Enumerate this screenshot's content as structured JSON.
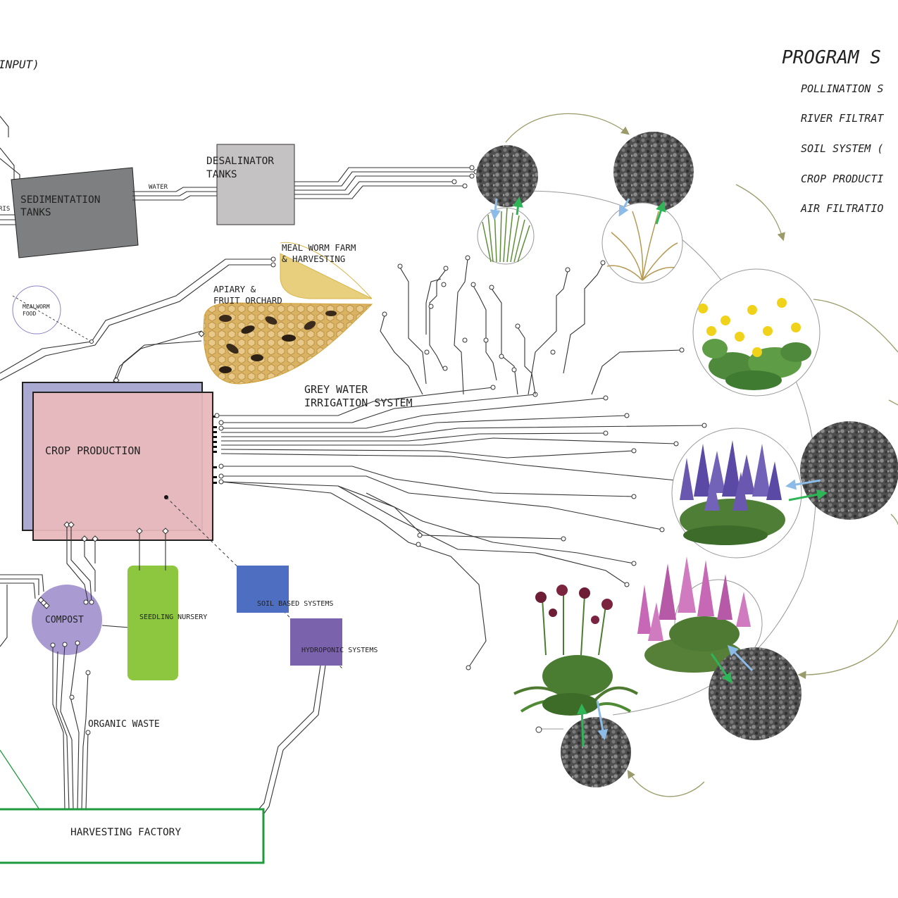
{
  "header": {
    "input_label": "INPUT)",
    "legend_title": "PROGRAM S",
    "legend_items": [
      "POLLINATION S",
      "RIVER FILTRAT",
      "SOIL SYSTEM (",
      "CROP PRODUCTI",
      "AIR FILTRATIO"
    ]
  },
  "nodes": {
    "sedimentation": "SEDIMENTATION TANKS",
    "desalinator": "DESALINATOR TANKS",
    "water_link": "WATER",
    "debris": "RIS",
    "mealworm_farm": "MEAL WORM FARM & HARVESTING",
    "mealworm_food": "MEALWORM FOOD",
    "apiary": "APIARY & FRUIT ORCHARD",
    "crop_production": "CROP PRODUCTION",
    "grey_water": "GREY WATER IRRIGATION SYSTEM",
    "compost": "COMPOST",
    "seedling": "SEEDLING NURSERY",
    "soil_based": "SOIL BASED SYSTEMS",
    "hydroponic": "HYDROPONIC SYSTEMS",
    "organic_waste": "ORGANIC WASTE",
    "harvesting": "HARVESTING FACTORY"
  },
  "colors": {
    "sedimentation": "#7e7f80",
    "desalinator": "#c4c2c2",
    "crop_front": "#e8b9bd",
    "crop_back": "#a9a9d2",
    "compost": "#a99bd2",
    "seedling": "#8dc63f",
    "soil_based": "#4d6ec1",
    "hydroponic": "#7b62ad",
    "harvesting_border": "#1f9a3c",
    "mealworm": "#e8cf7d",
    "honeycomb": "#e2b85a",
    "cycle_arrow": "#9a9a6a",
    "flow_green": "#2fb457",
    "flow_blue": "#8bbbe6",
    "gravel": "#5b5b5b"
  },
  "icons": [
    "gravel-disc-icon",
    "reed-grass-icon",
    "ornamental-grass-icon",
    "marsh-marigold-icon",
    "lavender-salvia-icon",
    "iris-plant-icon",
    "loosestrife-plant-icon",
    "bee-honeycomb-icon"
  ]
}
